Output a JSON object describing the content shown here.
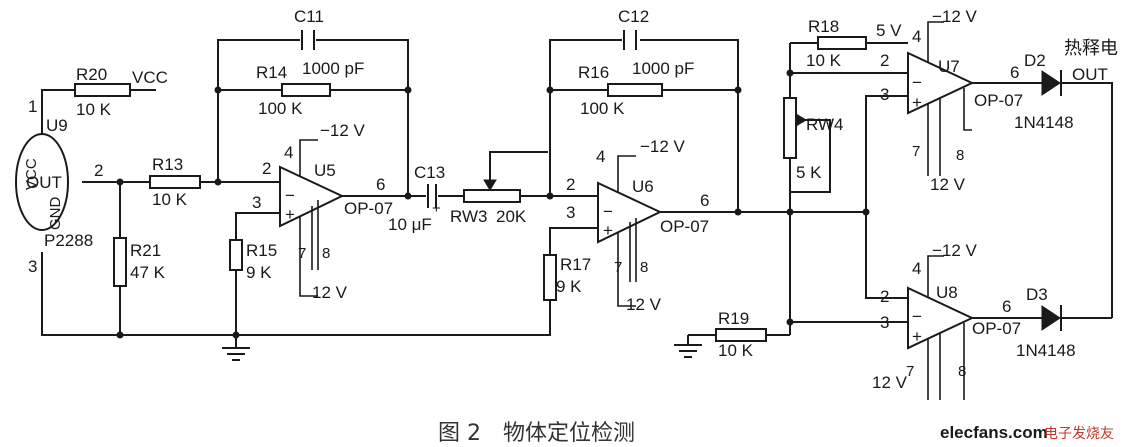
{
  "components": {
    "sensor": {
      "ref": "U9",
      "part": "P2288",
      "pin_vcc": "VCC",
      "pin_out": "OUT",
      "pin_gnd": "GND",
      "pin1": "1",
      "pin2": "2",
      "pin3": "3"
    },
    "vcc_label": "VCC",
    "R20": {
      "ref": "R20",
      "value": "10 K"
    },
    "R13": {
      "ref": "R13",
      "value": "10 K"
    },
    "R21": {
      "ref": "R21",
      "value": "47 K"
    },
    "C11": {
      "ref": "C11",
      "value": "1000 pF"
    },
    "R14": {
      "ref": "R14",
      "value": "100 K"
    },
    "U5": {
      "ref": "U5",
      "type": "OP-07",
      "pin2": "2",
      "pin3": "3",
      "pin4": "4",
      "pin6": "6",
      "pin7": "7",
      "pin8": "8",
      "neg_supply": "−12 V",
      "pos_supply": "12 V"
    },
    "R15": {
      "ref": "R15",
      "value": "9 K"
    },
    "C13": {
      "ref": "C13",
      "value": "10 μF"
    },
    "RW3": {
      "ref": "RW3",
      "value": "20K"
    },
    "C12": {
      "ref": "C12",
      "value": "1000 pF"
    },
    "R16": {
      "ref": "R16",
      "value": "100 K"
    },
    "U6": {
      "ref": "U6",
      "type": "OP-07",
      "pin2": "2",
      "pin3": "3",
      "pin4": "4",
      "pin6": "6",
      "pin7": "7",
      "pin8": "8",
      "neg_supply": "−12 V",
      "pos_supply": "12 V"
    },
    "R17": {
      "ref": "R17",
      "value": "9 K"
    },
    "R18": {
      "ref": "R18",
      "value": "10 K",
      "supply": "5 V"
    },
    "RW4": {
      "ref": "RW4",
      "value": "5 K"
    },
    "R19": {
      "ref": "R19",
      "value": "10 K"
    },
    "U7": {
      "ref": "U7",
      "type": "OP-07",
      "pin2": "2",
      "pin3": "3",
      "pin4": "4",
      "pin6": "6",
      "pin7": "7",
      "pin8": "8",
      "neg_supply": "−12 V",
      "pos_supply": "12 V"
    },
    "U8": {
      "ref": "U8",
      "type": "OP-07",
      "pin2": "2",
      "pin3": "3",
      "pin4": "4",
      "pin6": "6",
      "pin7": "7",
      "pin8": "8",
      "neg_supply": "−12 V",
      "pos_supply": "12 V"
    },
    "D2": {
      "ref": "D2",
      "type": "1N4148"
    },
    "D3": {
      "ref": "D3",
      "type": "1N4148"
    },
    "out_name": "热释电",
    "out_label": "OUT"
  },
  "caption": "图 2　物体定位检测",
  "watermark": {
    "site": "elecfans.com",
    "cn": "电子发烧友"
  }
}
